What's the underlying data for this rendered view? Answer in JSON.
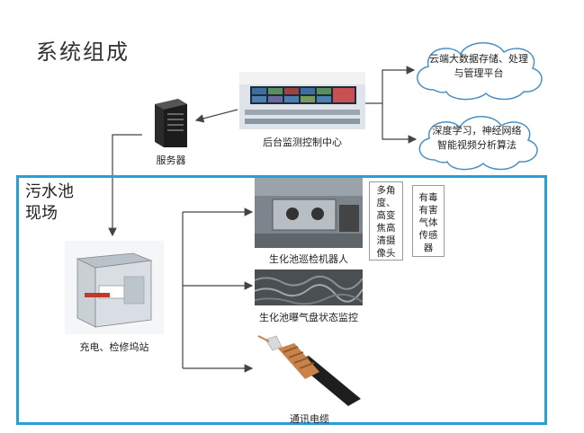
{
  "title": "系统组成",
  "nodes": {
    "server": "服务器",
    "monitoring_center": "后台监测控制中心",
    "cloud_storage": "云端大数据存储、处理\n与管理平台",
    "deep_learning": "深度学习，神经网络\n智能视频分析算法",
    "site": "污水池\n现场",
    "robot": "生化池巡检机器人",
    "camera": "多角\n度、\n高变\n焦高\n清摄\n像头",
    "gas_sensor": "有毒\n有害\n气体\n传感\n器",
    "aeration_monitor": "生化池曝气盘状态监控",
    "station": "充电、检修坞站",
    "cable": "通讯电缆"
  },
  "colors": {
    "site_border": "#2a9fd6",
    "arrow": "#444444",
    "cloud_stroke": "#4a90c8"
  }
}
